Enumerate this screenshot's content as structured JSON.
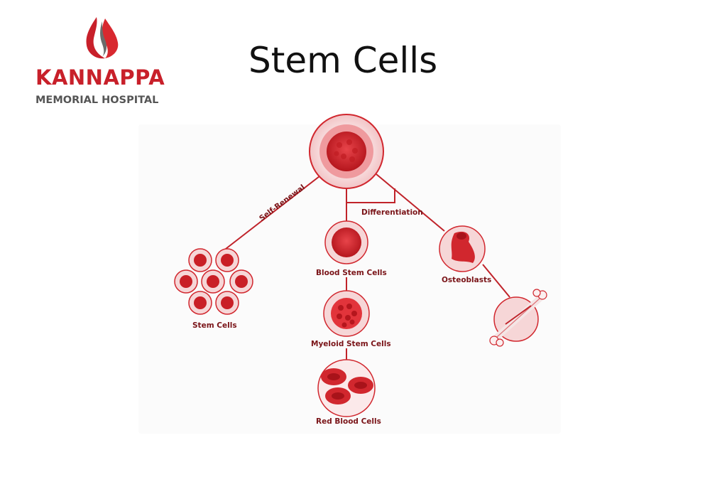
{
  "logo": {
    "title": "KANNAPPA",
    "subtitle": "MEMORIAL HOSPITAL"
  },
  "page": {
    "title": "Stem Cells"
  },
  "diagram": {
    "edges": {
      "self_renewal": "Self-Renewal",
      "differentiation": "Differentiation"
    },
    "nodes": {
      "stem_cells": "Stem Cells",
      "blood_stem_cells": "Blood Stem Cells",
      "myeloid_stem_cells": "Myeloid Stem Cells",
      "red_blood_cells": "Red Blood Cells",
      "osteoblasts": "Osteoblasts"
    },
    "colors": {
      "primary_red": "#d1272e",
      "light_red": "#f6d6d7",
      "line": "#c0232a",
      "label": "#7a1418"
    }
  }
}
